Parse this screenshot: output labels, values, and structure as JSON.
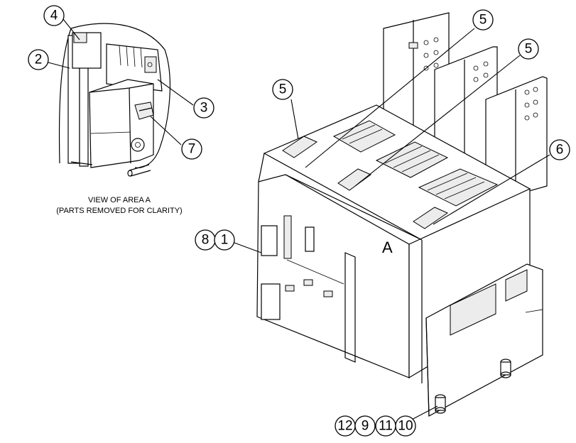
{
  "detail_view": {
    "caption_line1": "VIEW OF AREA  A",
    "caption_line2": "(PARTS REMOVED FOR CLARITY)"
  },
  "area_label": "A",
  "callouts": {
    "c4": "4",
    "c2": "2",
    "c3": "3",
    "c7": "7",
    "c5_left": "5",
    "c5_top": "5",
    "c5_right": "5",
    "c6": "6",
    "c8": "8",
    "c1": "1",
    "c12": "12",
    "c9": "9",
    "c11": "11",
    "c10": "10"
  }
}
